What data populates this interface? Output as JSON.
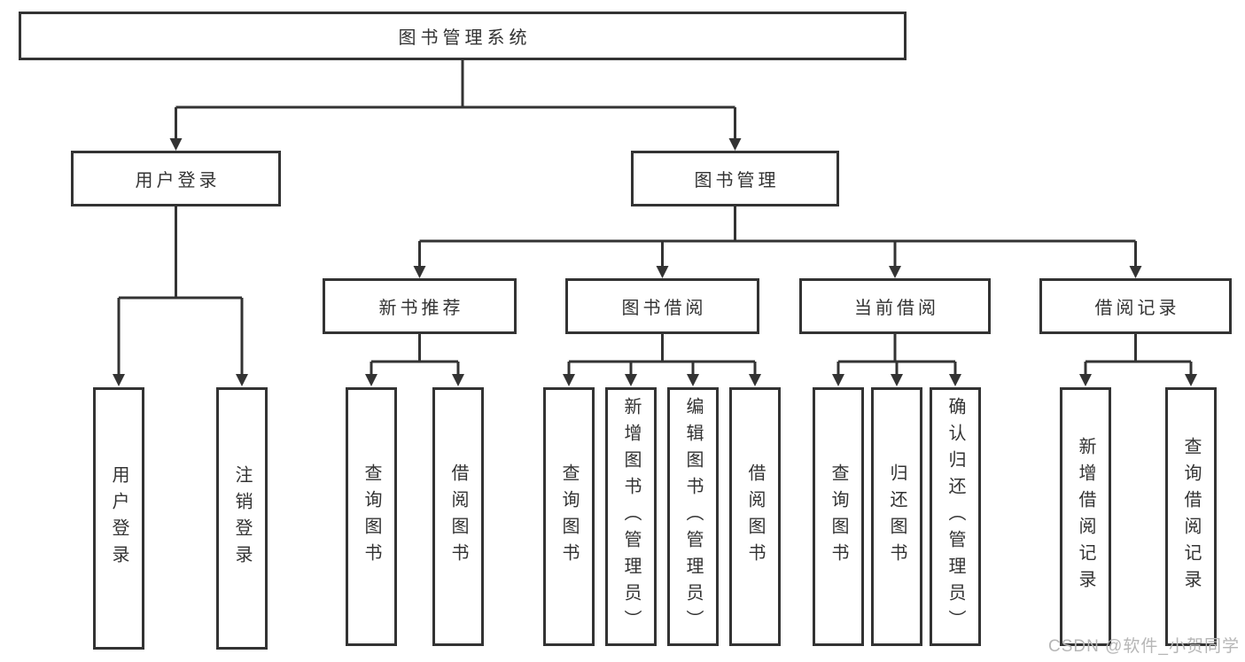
{
  "diagram": {
    "root": {
      "label": "图书管理系统"
    },
    "branches": [
      {
        "label": "用户登录",
        "children": [
          {
            "label": "用户登录"
          },
          {
            "label": "注销登录"
          }
        ]
      },
      {
        "label": "图书管理",
        "children": [
          {
            "label": "新书推荐",
            "children": [
              {
                "label": "查询图书"
              },
              {
                "label": "借阅图书"
              }
            ]
          },
          {
            "label": "图书借阅",
            "children": [
              {
                "label": "查询图书"
              },
              {
                "label": "新增图书（管理员）"
              },
              {
                "label": "编辑图书（管理员）"
              },
              {
                "label": "借阅图书"
              }
            ]
          },
          {
            "label": "当前借阅",
            "children": [
              {
                "label": "查询图书"
              },
              {
                "label": "归还图书"
              },
              {
                "label": "确认归还（管理员）"
              }
            ]
          },
          {
            "label": "借阅记录",
            "children": [
              {
                "label": "新增借阅记录"
              },
              {
                "label": "查询借阅记录"
              }
            ]
          }
        ]
      }
    ]
  },
  "colors": {
    "background": "#ffffff",
    "line": "#333333",
    "box_border": "#333333",
    "text": "#333333",
    "watermark": "#b6b6b6"
  },
  "watermark": {
    "text": "CSDN @软件_小贺同学"
  }
}
